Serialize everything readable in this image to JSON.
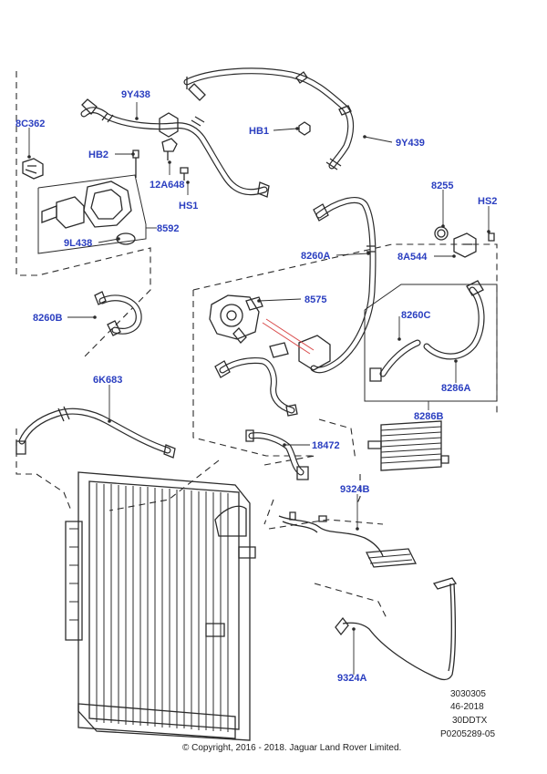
{
  "labels": {
    "9Y438": "9Y438",
    "8C362": "8C362",
    "HB2": "HB2",
    "12A648": "12A648",
    "HS1": "HS1",
    "HB1": "HB1",
    "9Y439": "9Y439",
    "8592": "8592",
    "9L438": "9L438",
    "8255": "8255",
    "HS2": "HS2",
    "8260A": "8260A",
    "8A544": "8A544",
    "8575": "8575",
    "8260B": "8260B",
    "8260C": "8260C",
    "8286A": "8286A",
    "8286B": "8286B",
    "6K683": "6K683",
    "18472": "18472",
    "9324B": "9324B",
    "9324A": "9324A"
  },
  "reference": {
    "line1": "3030305",
    "line2": "46-2018",
    "line3": "30DDTX",
    "line4": "P0205289-05"
  },
  "copyright": "© Copyright, 2016 - 2018. Jaguar Land Rover Limited."
}
